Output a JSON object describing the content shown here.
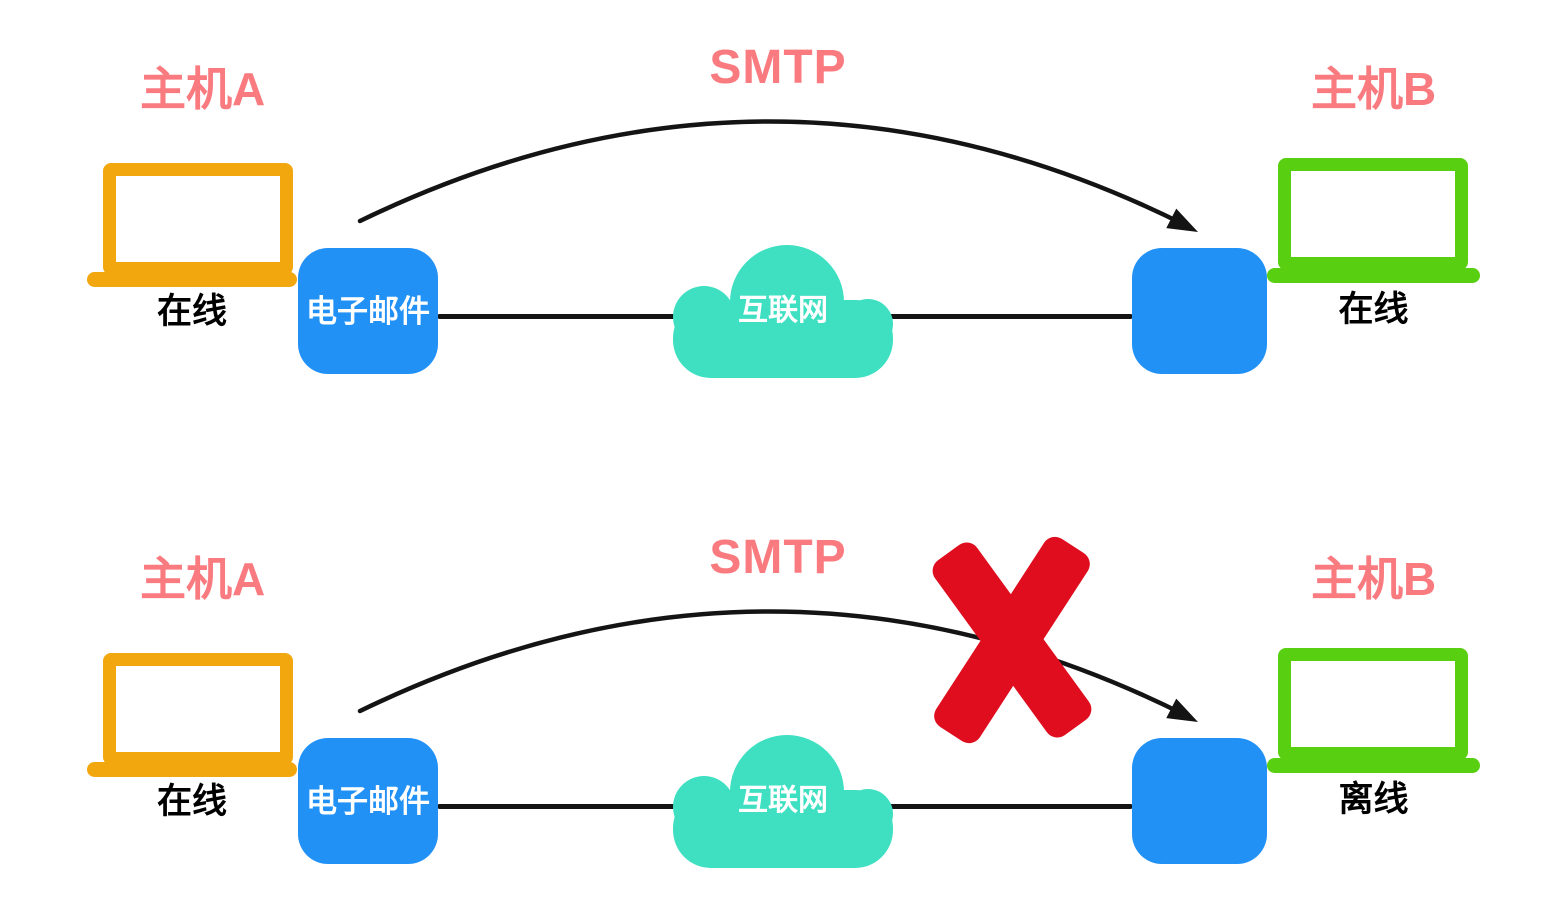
{
  "page": {
    "background": "#ffffff",
    "description": "SMTP 邮件发送示意图"
  },
  "colors": {
    "host_title": "#f97b80",
    "protocol_label": "#f97b80",
    "laptop_a": "#f2a70e",
    "laptop_b": "#58cf10",
    "mail_box": "#2291f5",
    "server_box": "#2291f5",
    "cloud": "#3fe0c2",
    "blocked_cross": "#df0d1d",
    "line": "#141414",
    "status_text": "#000000"
  },
  "diagrams": [
    {
      "host_a": {
        "title": "主机A",
        "status": "在线"
      },
      "mail_box_label": "电子邮件",
      "protocol_label": "SMTP",
      "cloud_label": "互联网",
      "host_b": {
        "title": "主机B",
        "status": "在线"
      },
      "blocked": false
    },
    {
      "host_a": {
        "title": "主机A",
        "status": "在线"
      },
      "mail_box_label": "电子邮件",
      "protocol_label": "SMTP",
      "cloud_label": "互联网",
      "host_b": {
        "title": "主机B",
        "status": "离线"
      },
      "blocked": true
    }
  ],
  "icons": {
    "laptop_a": "laptop-icon",
    "laptop_b": "laptop-icon",
    "cloud": "cloud-icon",
    "blocked_cross": "red-x-icon",
    "smtp_arrow": "curved-arrow-icon"
  }
}
